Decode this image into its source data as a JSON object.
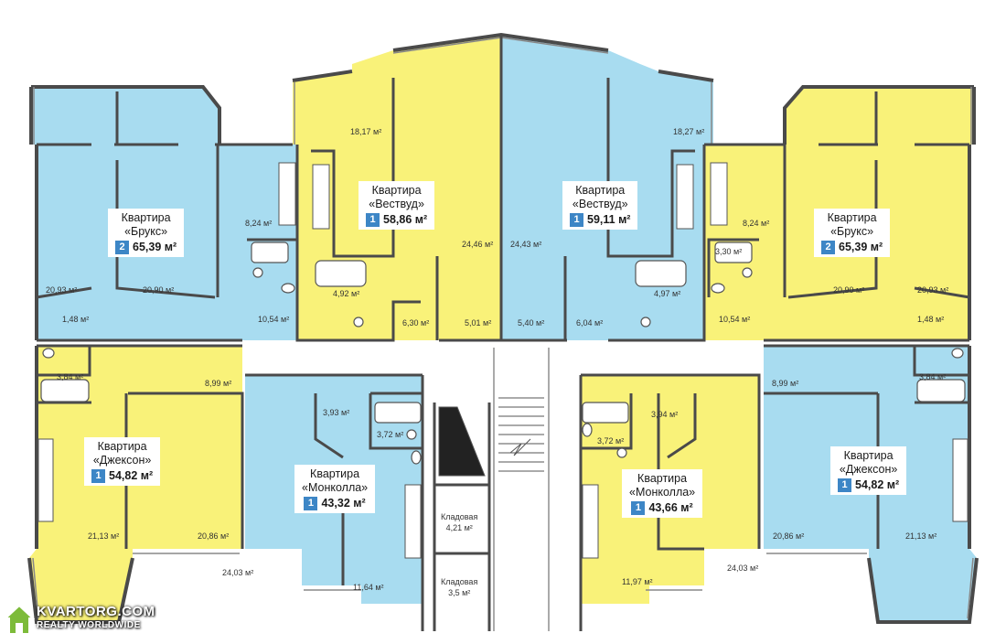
{
  "colors": {
    "blue": "#a8dcf0",
    "yellow": "#f9f279",
    "wall": "#4a4a4a",
    "badge": "#3d86c6"
  },
  "apartments": [
    {
      "id": "bruks-left",
      "title": "Квартира",
      "name": "«Брукс»",
      "rooms": "2",
      "area": "65,39 м²",
      "color": "blue"
    },
    {
      "id": "vestvud-left",
      "title": "Квартира",
      "name": "«Вествуд»",
      "rooms": "1",
      "area": "58,86 м²",
      "color": "yellow"
    },
    {
      "id": "vestvud-right",
      "title": "Квартира",
      "name": "«Вествуд»",
      "rooms": "1",
      "area": "59,11 м²",
      "color": "blue"
    },
    {
      "id": "bruks-right",
      "title": "Квартира",
      "name": "«Брукс»",
      "rooms": "2",
      "area": "65,39 м²",
      "color": "yellow"
    },
    {
      "id": "jackson-left",
      "title": "Квартира",
      "name": "«Джексон»",
      "rooms": "1",
      "area": "54,82 м²",
      "color": "yellow"
    },
    {
      "id": "monkolla-left",
      "title": "Квартира",
      "name": "«Монколла»",
      "rooms": "1",
      "area": "43,32 м²",
      "color": "blue"
    },
    {
      "id": "monkolla-right",
      "title": "Квартира",
      "name": "«Монколла»",
      "rooms": "1",
      "area": "43,66 м²",
      "color": "yellow"
    },
    {
      "id": "jackson-right",
      "title": "Квартира",
      "name": "«Джексон»",
      "rooms": "1",
      "area": "54,82 м²",
      "color": "blue"
    }
  ],
  "room_areas": [
    "18,17 м²",
    "18,27 м²",
    "8,24 м²",
    "24,46 м²",
    "24,43 м²",
    "8,24 м²",
    "3,30 м²",
    "20,93 м²",
    "20,90 м²",
    "4,92 м²",
    "4,97 м²",
    "20,90 м²",
    "20,93 м²",
    "1,48 м²",
    "10,54 м²",
    "6,30 м²",
    "5,01 м²",
    "5,40 м²",
    "6,04 м²",
    "10,54 м²",
    "1,48 м²",
    "3,84 м²",
    "8,99 м²",
    "8,99 м²",
    "3,84 м²",
    "3,93 м²",
    "3,94 м²",
    "3,72 м²",
    "3,72 м²",
    "21,13 м²",
    "20,86 м²",
    "20,86 м²",
    "21,13 м²",
    "24,03 м²",
    "24,03 м²",
    "11,64 м²",
    "11,97 м²"
  ],
  "storage": [
    {
      "name": "Кладовая",
      "area": "4,21 м²"
    },
    {
      "name": "Кладовая",
      "area": "3,5 м²"
    }
  ],
  "watermark": {
    "line1": "KVARTORG.COM",
    "line2": "REALTY WORLDWIDE"
  }
}
